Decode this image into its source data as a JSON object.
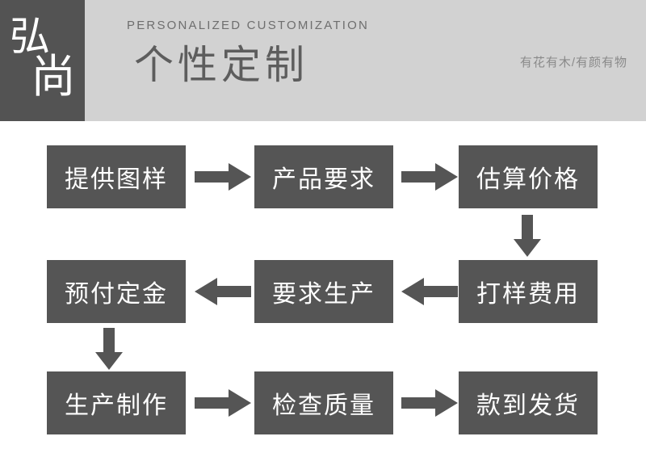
{
  "header": {
    "logo": {
      "char_top": "弘",
      "char_bottom": "尚",
      "background_color": "#535353",
      "text_color": "#ffffff"
    },
    "english_subtitle": "PERSONALIZED CUSTOMIZATION",
    "title": "个性定制",
    "tagline": "有花有木/有颜有物",
    "band_color": "#d2d2d2",
    "text_color": "#5d5d5d"
  },
  "flow": {
    "box_color": "#555555",
    "box_text_color": "#ffffff",
    "arrow_color": "#555555",
    "steps": [
      {
        "id": "step-1",
        "label": "提供图样",
        "row": 1,
        "col": 1
      },
      {
        "id": "step-2",
        "label": "产品要求",
        "row": 1,
        "col": 2
      },
      {
        "id": "step-3",
        "label": "估算价格",
        "row": 1,
        "col": 3
      },
      {
        "id": "step-4",
        "label": "打样费用",
        "row": 2,
        "col": 3
      },
      {
        "id": "step-5",
        "label": "要求生产",
        "row": 2,
        "col": 2
      },
      {
        "id": "step-6",
        "label": "预付定金",
        "row": 2,
        "col": 1
      },
      {
        "id": "step-7",
        "label": "生产制作",
        "row": 3,
        "col": 1
      },
      {
        "id": "step-8",
        "label": "检查质量",
        "row": 3,
        "col": 2
      },
      {
        "id": "step-9",
        "label": "款到发货",
        "row": 3,
        "col": 3
      }
    ],
    "connectors": [
      {
        "id": "arrow-1",
        "direction": "right",
        "from": "step-1",
        "to": "step-2"
      },
      {
        "id": "arrow-2",
        "direction": "right",
        "from": "step-2",
        "to": "step-3"
      },
      {
        "id": "arrow-3",
        "direction": "down",
        "from": "step-3",
        "to": "step-4"
      },
      {
        "id": "arrow-4",
        "direction": "left",
        "from": "step-4",
        "to": "step-5"
      },
      {
        "id": "arrow-5",
        "direction": "left",
        "from": "step-5",
        "to": "step-6"
      },
      {
        "id": "arrow-6",
        "direction": "down",
        "from": "step-6",
        "to": "step-7"
      },
      {
        "id": "arrow-7",
        "direction": "right",
        "from": "step-7",
        "to": "step-8"
      },
      {
        "id": "arrow-8",
        "direction": "right",
        "from": "step-8",
        "to": "step-9"
      }
    ]
  }
}
